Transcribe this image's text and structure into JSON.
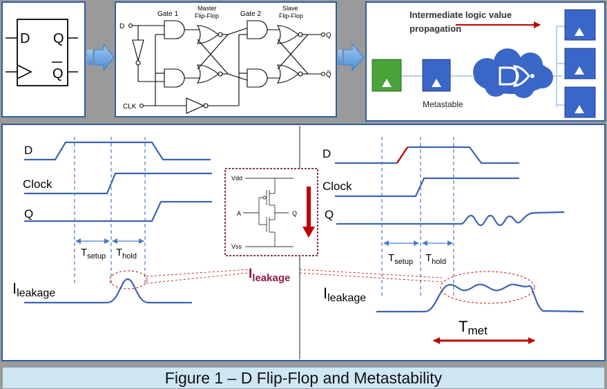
{
  "figure": {
    "caption": "Figure 1 – D Flip-Flop and Metastability"
  },
  "symbol_panel": {
    "d_label": "D",
    "q_label": "Q",
    "qbar_label": "Q"
  },
  "circuit_panel": {
    "gate1_label": "Gate 1",
    "master_label_1": "Master",
    "master_label_2": "Flip-Flop",
    "gate2_label": "Gate 2",
    "slave_label_1": "Slave",
    "slave_label_2": "Flip-Flop",
    "d_input": "D",
    "clk_input": "CLK",
    "q_output": "Q",
    "qbar_output": "Q̅"
  },
  "propagation_panel": {
    "title_line1": "Intermediate logic value",
    "title_line2": "propagation",
    "metastable_label": "Metastable"
  },
  "left_timing": {
    "d_label": "D",
    "clock_label": "Clock",
    "q_label": "Q",
    "t_setup_main": "T",
    "t_setup_sub": "setup",
    "t_hold_main": "T",
    "t_hold_sub": "hold",
    "ileak_main": "I",
    "ileak_sub": "leakage"
  },
  "inverter_inset": {
    "vdd_label": "Vdd",
    "vss_label": "Vss",
    "a_label": "A",
    "q_label": "Q",
    "ileak_main": "I",
    "ileak_sub": "leakage"
  },
  "right_timing": {
    "d_label": "D",
    "clock_label": "Clock",
    "q_label": "Q",
    "t_setup_main": "T",
    "t_setup_sub": "setup",
    "t_hold_main": "T",
    "t_hold_sub": "hold",
    "ileak_main": "I",
    "ileak_sub": "leakage",
    "tmet_main": "T",
    "tmet_sub": "met"
  },
  "colors": {
    "waveform": "#3b63b3",
    "dashed": "#4a7ac8",
    "accent_red": "#c00000",
    "inset_border": "#7a1d3c",
    "panel_border": "#2e5f9e",
    "block_blue": "#3a66c8",
    "block_green": "#4aa33a"
  }
}
